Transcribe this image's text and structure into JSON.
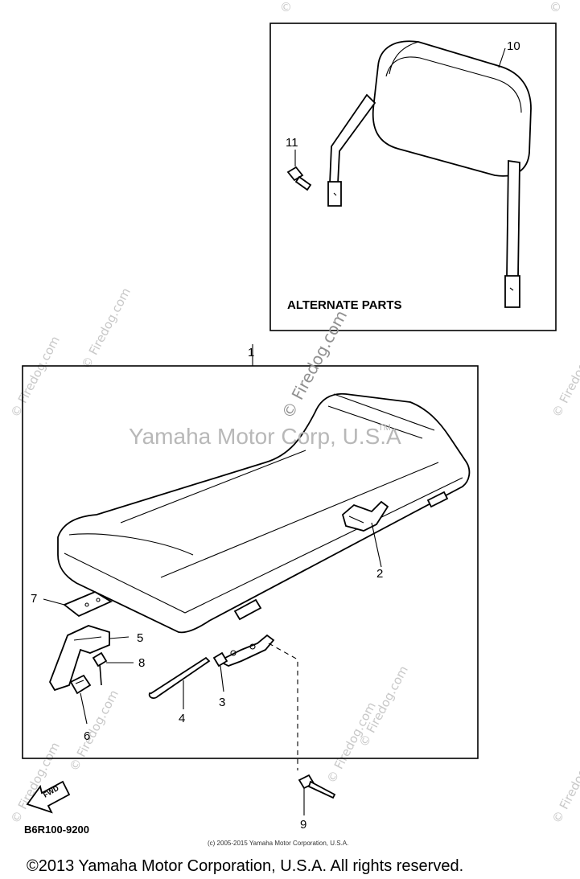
{
  "callouts": [
    "1",
    "2",
    "3",
    "4",
    "5",
    "6",
    "7",
    "8",
    "9",
    "10",
    "11"
  ],
  "alternate_parts_title": "ALTERNATE PARTS",
  "diagram_code": "B6R100-9200",
  "find_arrow_label": "FWD",
  "watermark_center": "Yamaha Motor Corp, U.S.A",
  "watermark_tm": "TM",
  "watermark_diagonal": "© Firedog.com",
  "watermark_edge": "© Firedog.com",
  "watermark_copyright_symbol": "©",
  "small_copyright": "(c) 2005-2015 Yamaha Motor Corporation, U.S.A.",
  "footer_copyright": "©2013 Yamaha Motor Corporation, U.S.A. All rights reserved."
}
